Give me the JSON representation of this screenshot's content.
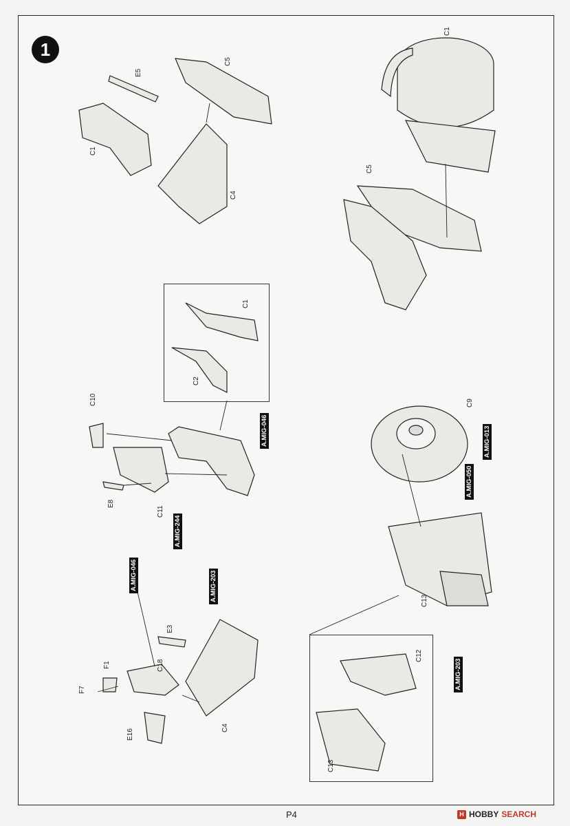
{
  "step": {
    "number": "1"
  },
  "parts": {
    "c1_top_right": "C1",
    "c5_top_left": "C5",
    "e5": "E5",
    "c1_top_left": "C1",
    "c4_top": "C4",
    "c5_mid_right": "C5",
    "c1_inset": "C1",
    "c2_inset": "C2",
    "c10": "C10",
    "e8": "E8",
    "c11": "C11",
    "c9": "C9",
    "e3": "E3",
    "f1": "F1",
    "c18": "C18",
    "f7": "F7",
    "e16": "E16",
    "c4_bottom": "C4",
    "c13_right": "C13",
    "c12": "C12",
    "c13_inset": "C13"
  },
  "paints": {
    "mig046_mid": "A.MIG-046",
    "mig244": "A.MIG-244",
    "mig013": "A.MIG-013",
    "mig050": "A.MIG-050",
    "mig046_bottom": "A.MIG-046",
    "mig203_left": "A.MIG-203",
    "mig203_right": "A.MIG-203"
  },
  "footer": {
    "page": "P4",
    "watermark_a": "HOBBY",
    "watermark_b": "SEARCH",
    "watermark_logo": "H"
  }
}
